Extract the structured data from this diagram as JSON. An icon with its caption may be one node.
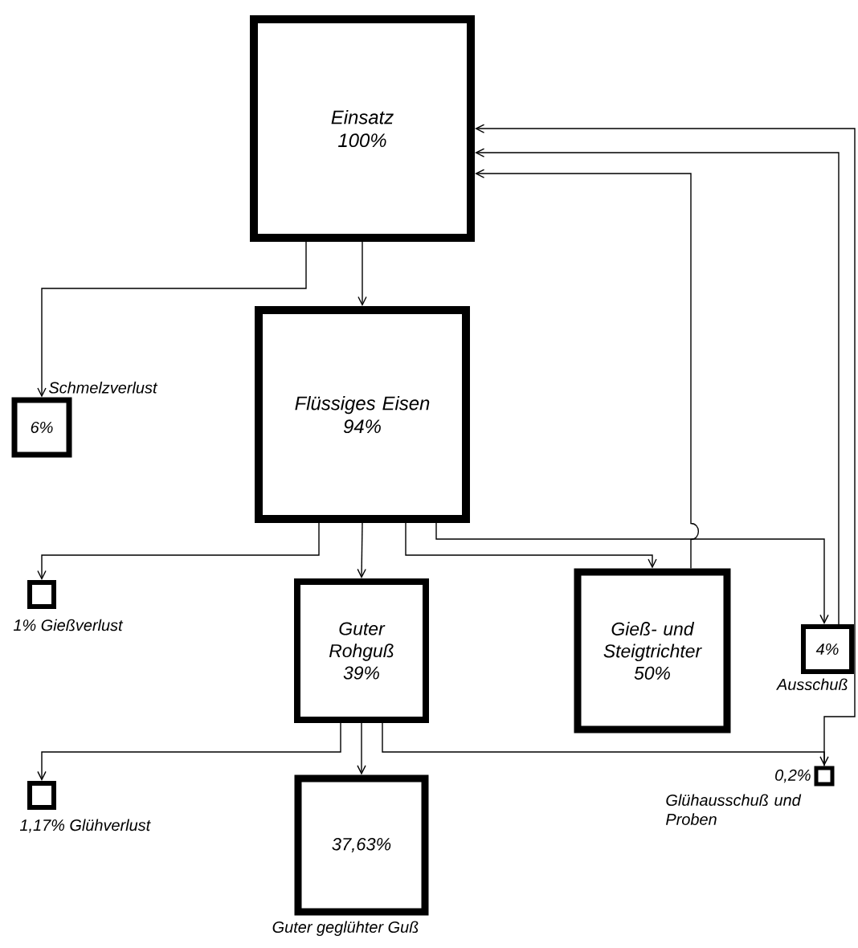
{
  "diagram": {
    "nodes": [
      {
        "text": [
          "Einsatz",
          "100%"
        ]
      },
      {
        "text": [
          "Flüssiges Eisen",
          "94%"
        ]
      },
      {
        "text": [
          "6%"
        ],
        "beside": [
          "Schmelzverlust"
        ]
      },
      {
        "text": [],
        "shape": "box",
        "beside": [
          "1% Gießverlust"
        ]
      },
      {
        "text": [
          "Guter Rohguß",
          "39%"
        ]
      },
      {
        "text": [
          "Gieß- und Steigtrichter",
          "50%"
        ]
      },
      {
        "text": [
          "4%"
        ],
        "beside": [
          "Ausschuß"
        ]
      },
      {
        "text": [],
        "shape": "box",
        "beside": [
          "1,17% Glühverlust"
        ]
      },
      {
        "text": [
          "37,63%"
        ],
        "beside": [
          "Guter geglühter Guß"
        ]
      },
      {
        "text": [],
        "shape": "box",
        "beside": [
          "0,2%",
          "Glühausschuß und Proben"
        ]
      }
    ],
    "edges": [
      {
        "from": 0,
        "to": 1,
        "arrow": "to"
      },
      {
        "from": 0,
        "to": 2,
        "arrow": "to"
      },
      {
        "from": 1,
        "to": 3,
        "arrow": "to"
      },
      {
        "from": 1,
        "to": 4,
        "arrow": "to"
      },
      {
        "from": 1,
        "to": 5,
        "arrow": "to"
      },
      {
        "from": 1,
        "to": 6,
        "arrow": "to"
      },
      {
        "from": 5,
        "to": 0,
        "arrow": "to"
      },
      {
        "from": 6,
        "to": 0,
        "arrow": "to"
      },
      {
        "from": 4,
        "to": 7,
        "arrow": "to"
      },
      {
        "from": 4,
        "to": 8,
        "arrow": "to"
      },
      {
        "from": 4,
        "to": 9,
        "arrow": "to"
      },
      {
        "from": 9,
        "to": 0,
        "arrow": "to"
      }
    ]
  }
}
